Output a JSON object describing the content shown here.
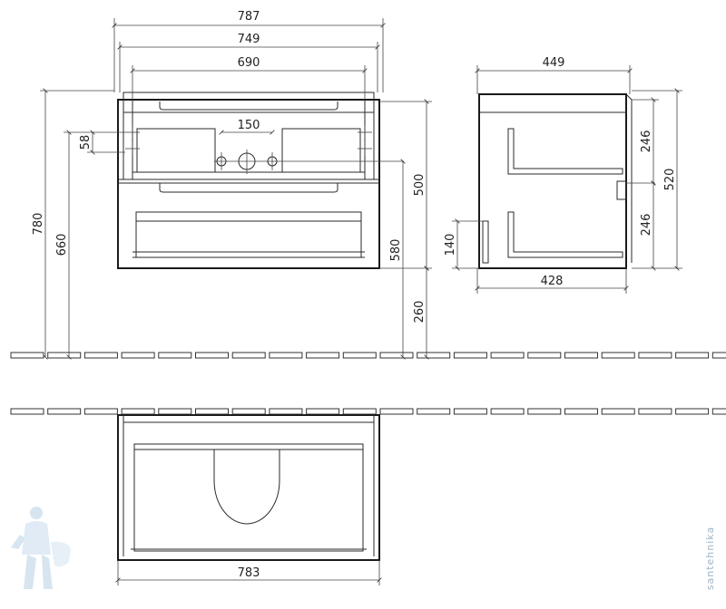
{
  "front_view": {
    "width_overall": "787",
    "width_body": "749",
    "width_inner": "690",
    "tap_spacing": "150",
    "offset_58": "58",
    "height_total": "780",
    "height_660": "660",
    "height_500": "500",
    "height_580": "580",
    "height_260": "260"
  },
  "side_view": {
    "depth_top": "449",
    "depth_bottom": "428",
    "drawer_upper": "246",
    "drawer_lower": "246",
    "height_520": "520",
    "height_140": "140"
  },
  "top_view": {
    "width_783": "783"
  },
  "watermark": "santehnika"
}
